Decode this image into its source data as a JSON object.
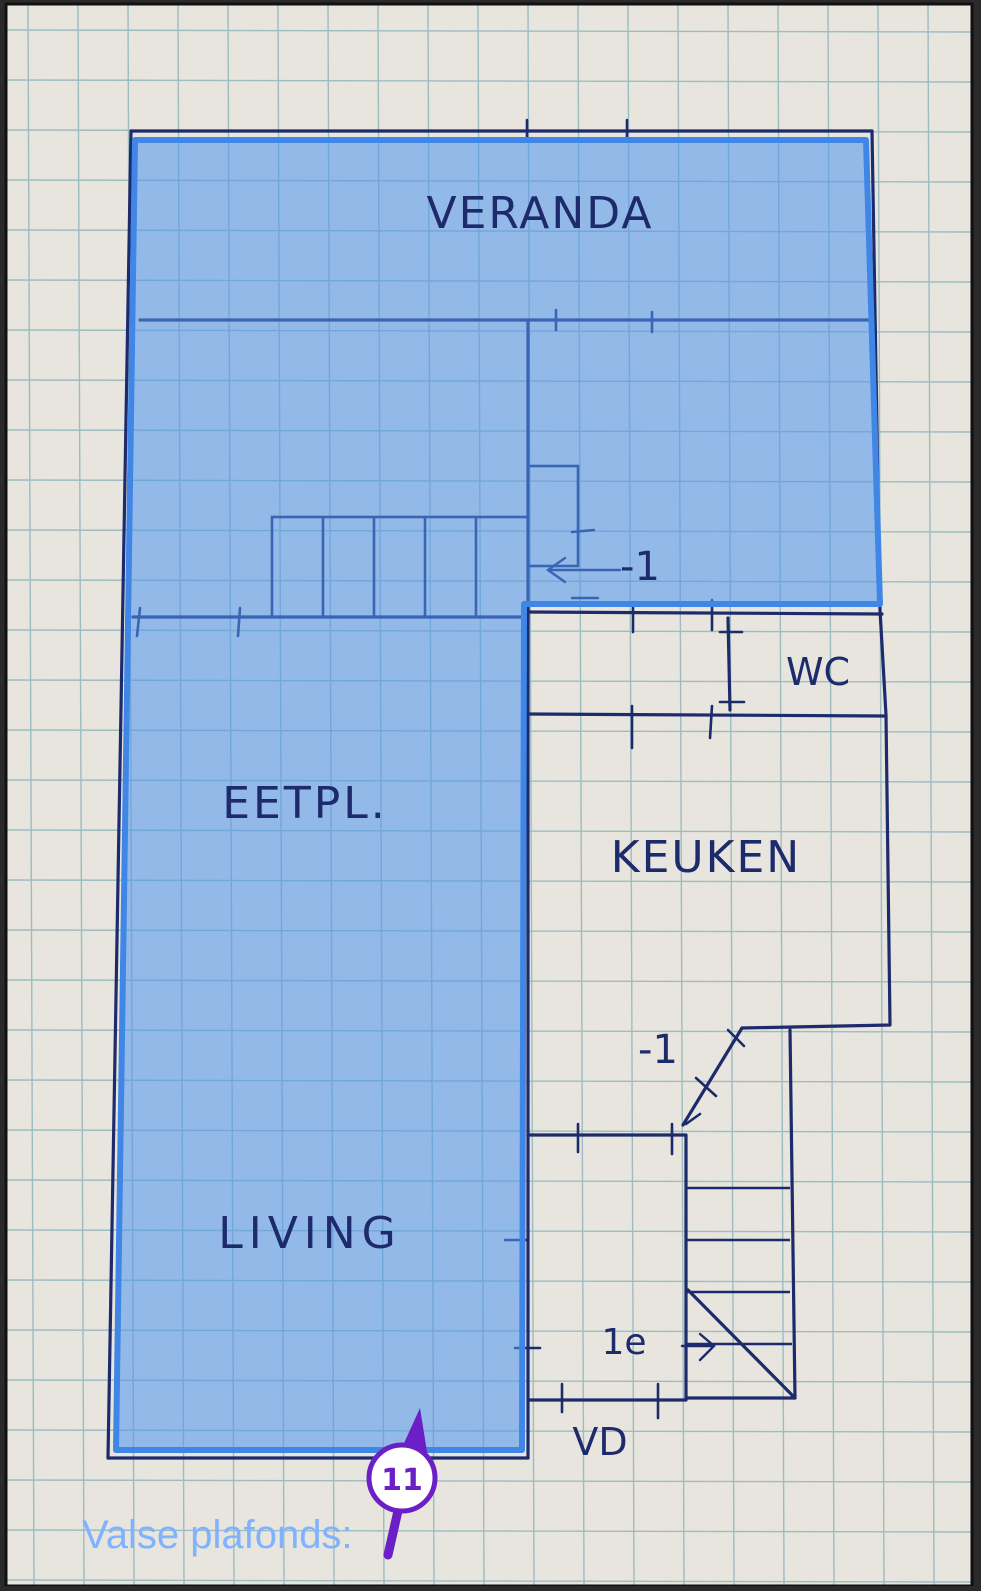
{
  "rooms": {
    "veranda": "VERANDA",
    "eetplaats": "EETPL.",
    "keuken": "KEUKEN",
    "wc": "WC",
    "living": "LIVING",
    "voordeur": "VD"
  },
  "level_marks": {
    "upper": "-1",
    "stair": "-1",
    "first_floor": "1e"
  },
  "annotation": {
    "number": "11",
    "caption": "Valse plafonds:"
  },
  "colors": {
    "paper": "#e7e5dd",
    "grid": "#8fb6bd",
    "ink": "#1d2a6b",
    "highlight_fill": "#4f96f0",
    "highlight_stroke": "#3f86e6",
    "marker": "#6a1fc7",
    "caption": "#7fb2ff"
  }
}
